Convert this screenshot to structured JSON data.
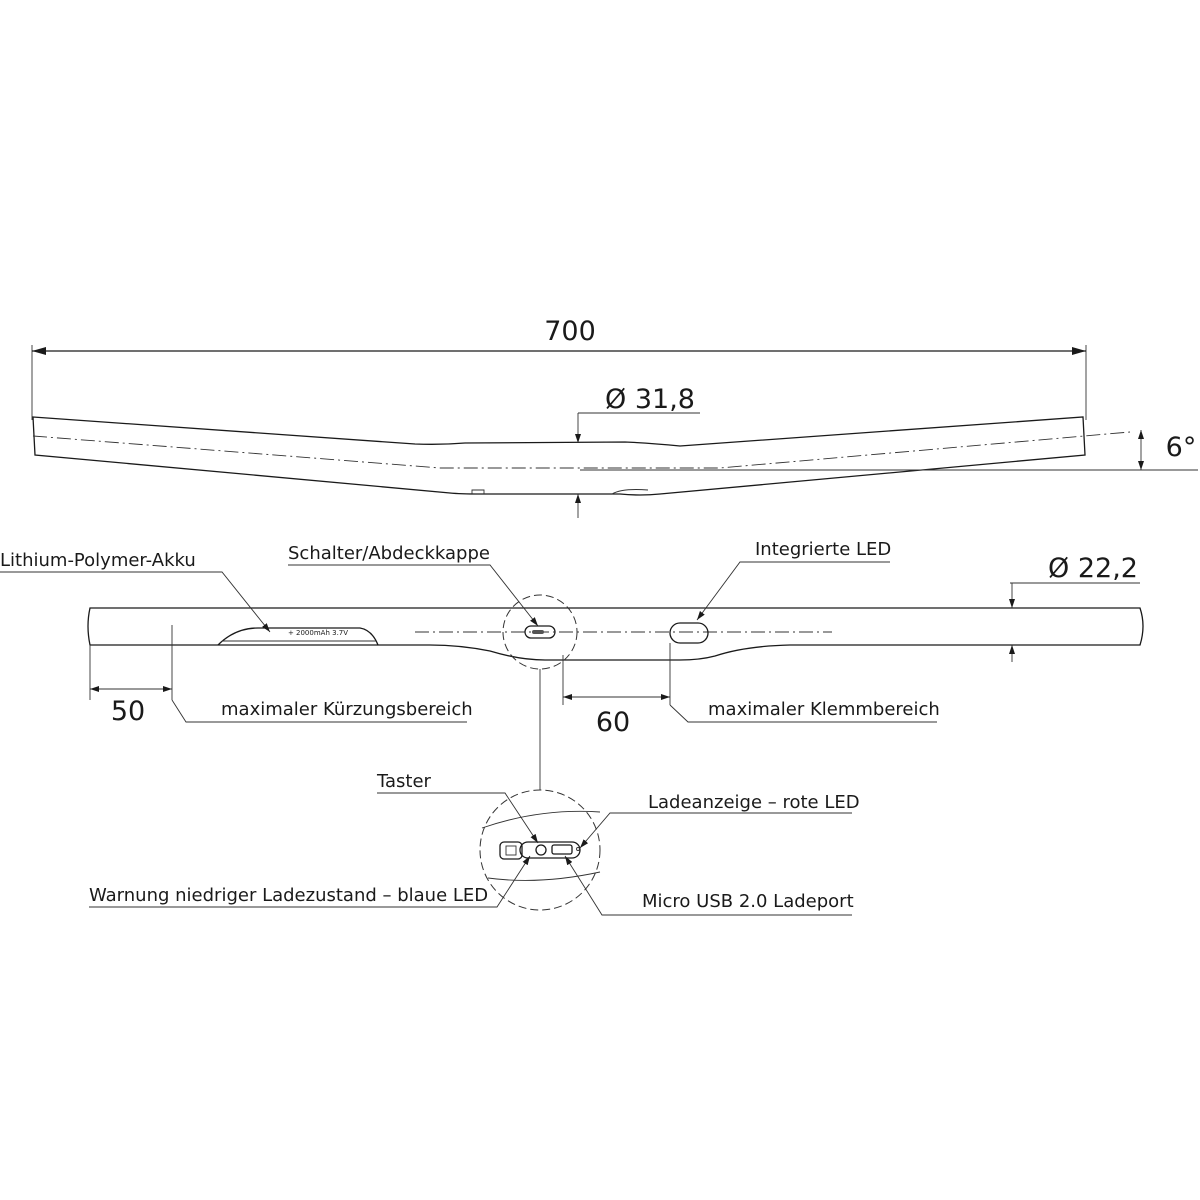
{
  "dimensions": {
    "overall_width": "700",
    "clamp_diameter": "Ø 31,8",
    "rise_angle": "6°",
    "grip_diameter": "Ø 22,2",
    "max_cut": "50",
    "clamp_offset": "60"
  },
  "labels": {
    "battery": "Lithium-Polymer-Akku",
    "switch_cap": "Schalter/Abdeckkappe",
    "integrated_led": "Integrierte LED",
    "max_cut_area": "maximaler Kürzungsbereich",
    "max_clamp_area": "maximaler Klemmbereich",
    "button": "Taster",
    "charge_indicator": "Ladeanzeige – rote LED",
    "low_battery_warning": "Warnung niedriger Ladezustand – blaue LED",
    "usb_port": "Micro USB 2.0 Ladeport"
  },
  "battery_marking": "+ 2000mAh 3.7V"
}
